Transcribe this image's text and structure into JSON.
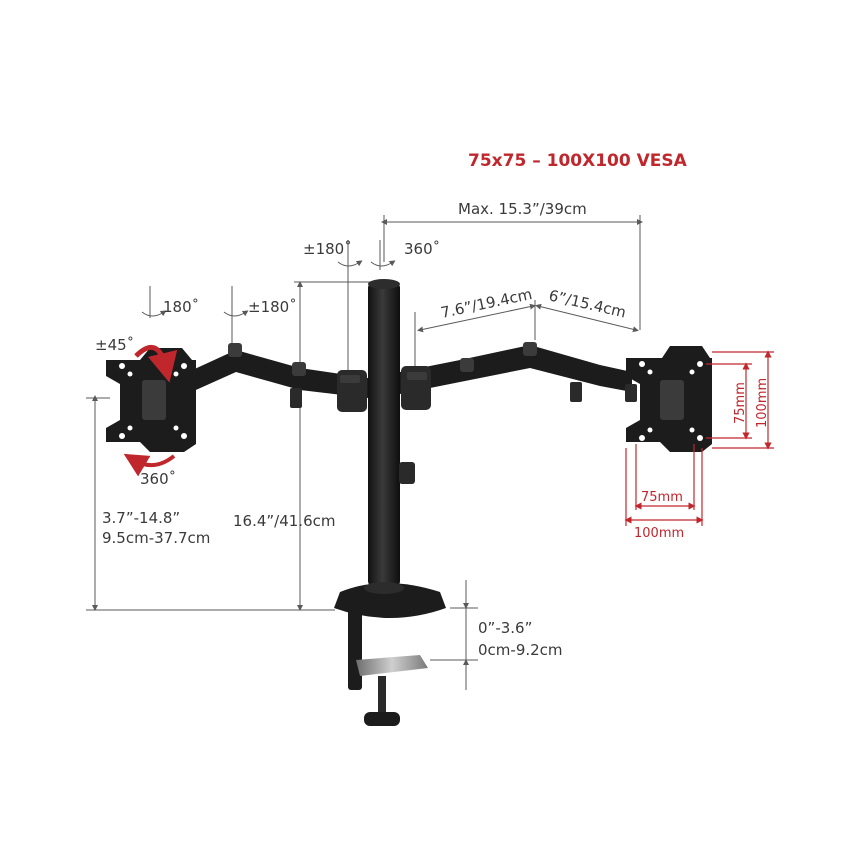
{
  "title": "75x75 – 100X100 VESA",
  "labels": {
    "max_reach": "Max. 15.3”/39cm",
    "rot_pole_tilt": "±180˚",
    "rot_pole_swivel": "360˚",
    "rot_left_180": "180˚",
    "rot_left_pm180": "±180˚",
    "tilt_left": "±45˚",
    "rot_left_360": "360˚",
    "arm_seg1": "7.6”/19.4cm",
    "arm_seg2": "6”/15.4cm",
    "vesa_h_small": "75mm",
    "vesa_h_large": "100mm",
    "vesa_v_small": "75mm",
    "vesa_v_large": "100mm",
    "height_range_in": "3.7”-14.8”",
    "height_range_cm": "9.5cm-37.7cm",
    "pole_height": "16.4”/41.6cm",
    "clamp_range_in": "0”-3.6”",
    "clamp_range_cm": "0cm-9.2cm"
  },
  "colors": {
    "accent_red": "#c0272d",
    "metal": "#1c1c1c",
    "dimension_line": "#5a5a5a",
    "clamp_silver": "#9a9a9a"
  },
  "icons": [
    "rotate-arrow-icon",
    "tilt-arrow-icon",
    "swivel-arrow-icon"
  ]
}
